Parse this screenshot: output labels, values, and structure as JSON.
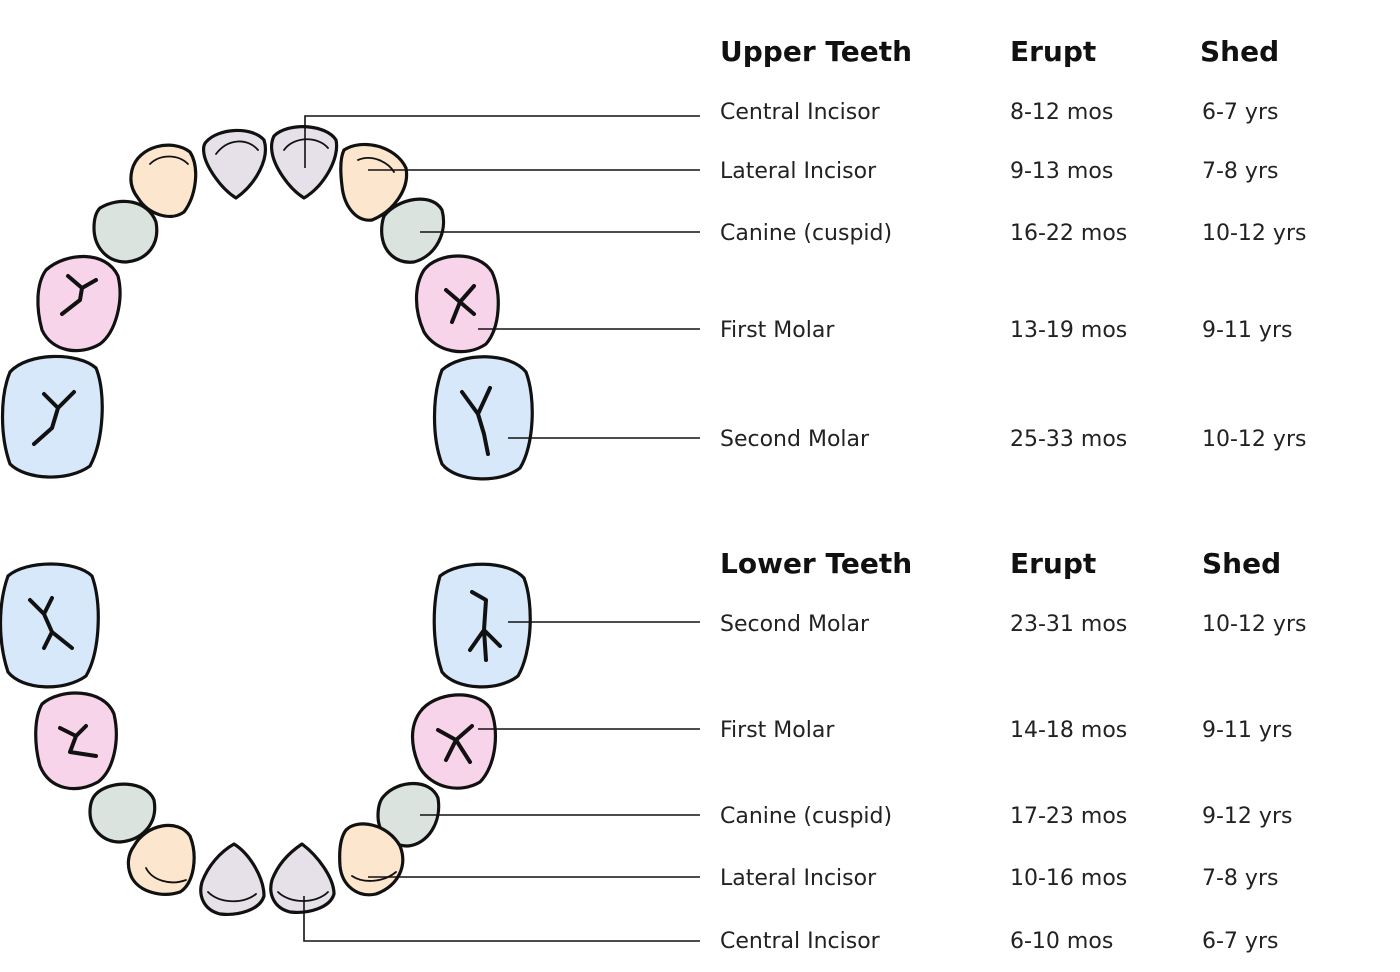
{
  "colors": {
    "incisor_central": "#e6e1e9",
    "incisor_lateral": "#fce6cd",
    "canine": "#dbe3de",
    "first_molar": "#f8d4ea",
    "second_molar": "#d6e8f9",
    "outline": "#111111"
  },
  "upper": {
    "headers": {
      "title": "Upper Teeth",
      "erupt": "Erupt",
      "shed": "Shed"
    },
    "rows": [
      {
        "name": "Central Incisor",
        "erupt": "8-12 mos",
        "shed": "6-7 yrs"
      },
      {
        "name": "Lateral Incisor",
        "erupt": "9-13 mos",
        "shed": "7-8 yrs"
      },
      {
        "name": "Canine (cuspid)",
        "erupt": "16-22 mos",
        "shed": "10-12 yrs"
      },
      {
        "name": "First Molar",
        "erupt": "13-19 mos",
        "shed": "9-11 yrs"
      },
      {
        "name": "Second Molar",
        "erupt": "25-33 mos",
        "shed": "10-12 yrs"
      }
    ]
  },
  "lower": {
    "headers": {
      "title": "Lower Teeth",
      "erupt": "Erupt",
      "shed": "Shed"
    },
    "rows": [
      {
        "name": "Second Molar",
        "erupt": "23-31 mos",
        "shed": "10-12 yrs"
      },
      {
        "name": "First Molar",
        "erupt": "14-18 mos",
        "shed": "9-11 yrs"
      },
      {
        "name": "Canine (cuspid)",
        "erupt": "17-23 mos",
        "shed": "9-12 yrs"
      },
      {
        "name": "Lateral Incisor",
        "erupt": "10-16 mos",
        "shed": "7-8 yrs"
      },
      {
        "name": "Central Incisor",
        "erupt": "6-10 mos",
        "shed": "6-7 yrs"
      }
    ]
  }
}
